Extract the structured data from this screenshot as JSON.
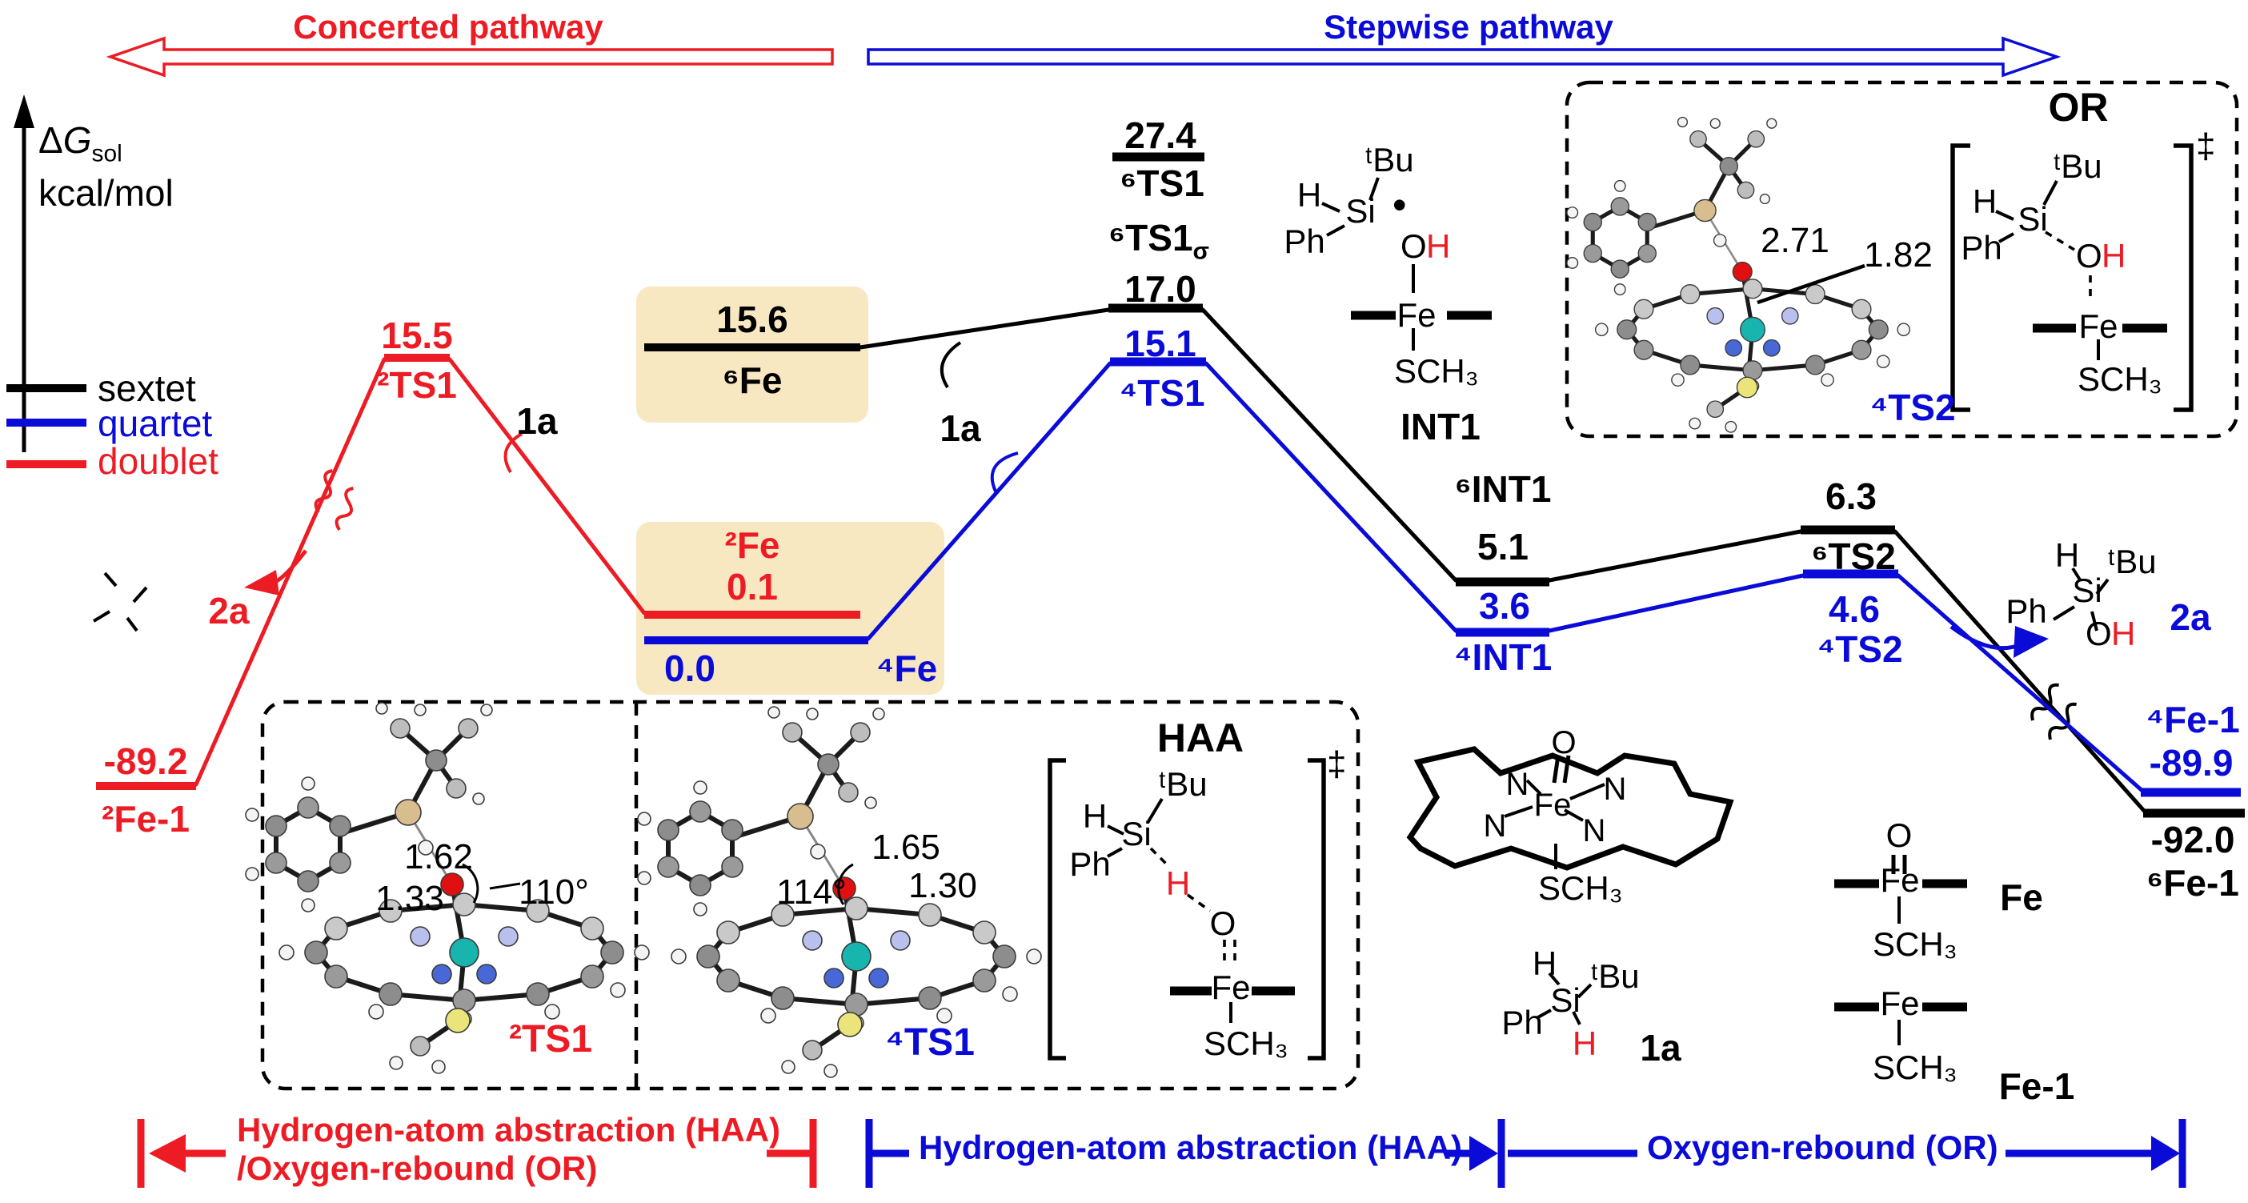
{
  "figure_type": "reaction-free-energy-diagram",
  "header": {
    "concerted": "Concerted pathway",
    "stepwise": "Stepwise pathway"
  },
  "axis": {
    "delta": "Δ",
    "quantity": "G",
    "quantity_sub": "sol",
    "units": "kcal/mol"
  },
  "legend": [
    {
      "label": "sextet",
      "color": "#000000"
    },
    {
      "label": "quartet",
      "color": "#0b0bd8"
    },
    {
      "label": "doublet",
      "color": "#ed1c24"
    }
  ],
  "colors": {
    "sextet": "#000000",
    "quartet": "#0b0bd8",
    "doublet": "#ed1c24",
    "highlight_box": "#f8e8c2",
    "red_accent": "#ed1c24"
  },
  "atoms": {
    "h": "H",
    "o": "O",
    "si": "Si",
    "ph": "Ph",
    "tbu": "ᵗBu",
    "fe": "Fe",
    "sch3": "SCH₃",
    "n": "N",
    "radical": "•",
    "ddagger": "‡",
    "equiv": "≡"
  },
  "labels": {
    "v_2ts1": "15.5",
    "n_2ts1": "²TS1",
    "one_a": "1a",
    "two_a": "2a",
    "v_2fe1": "-89.2",
    "n_2fe1": "²Fe-1",
    "v_6fe": "15.6",
    "n_6fe": "⁶Fe",
    "n_2fe": "²Fe",
    "v_2fe": "0.1",
    "v_4fe": "0.0",
    "n_4fe": "⁴Fe",
    "v_6ts1": "27.4",
    "n_6ts1": "⁶TS1",
    "n_6ts1s": "⁶TS1",
    "n_6ts1s_sub": "σ",
    "v_6ts1s": "17.0",
    "v_4ts1": "15.1",
    "n_4ts1": "⁴TS1",
    "n_int1": "INT1",
    "n_6int1": "⁶INT1",
    "v_6int1": "5.1",
    "v_4int1": "3.6",
    "n_4int1": "⁴INT1",
    "v_6ts2": "6.3",
    "n_6ts2": "⁶TS2",
    "v_4ts2": "4.6",
    "n_4ts2": "⁴TS2",
    "n_4fe1": "⁴Fe-1",
    "v_4fe1": "-89.9",
    "v_6fe1": "-92.0",
    "n_6fe1": "⁶Fe-1",
    "or_title": "OR",
    "haa_title": "HAA",
    "v_271": "2.71",
    "v_182": "1.82",
    "v_162": "1.62",
    "v_133": "1.33",
    "v_110": "110°",
    "v_165": "1.65",
    "v_114": "114°",
    "v_130": "1.30",
    "n_bx2ts1": "²TS1",
    "n_bx4ts1": "⁴TS1",
    "n_or4ts2": "⁴TS2",
    "n_fe": "Fe",
    "n_fe1": "Fe-1"
  },
  "annotations": {
    "red": [
      "Hydrogen-atom abstraction (HAA)",
      "/Oxygen-rebound (OR)"
    ],
    "blue_haa": "Hydrogen-atom abstraction (HAA)",
    "blue_or": "Oxygen-rebound (OR)"
  },
  "energy_profile": {
    "units": "kcal/mol",
    "reference": "⁴Fe = 0.0",
    "pathways": [
      {
        "name": "concerted-doublet",
        "spin": "doublet",
        "color": "#ed1c24",
        "states": [
          {
            "species": "²Fe-1",
            "energy": -89.2
          },
          {
            "species": "²TS1",
            "energy": 15.5
          },
          {
            "species": "²Fe",
            "energy": 0.1
          }
        ]
      },
      {
        "name": "stepwise-sextet",
        "spin": "sextet",
        "color": "#000000",
        "states": [
          {
            "species": "⁶Fe",
            "energy": 15.6
          },
          {
            "species": "⁶TS1σ",
            "energy": 17.0
          },
          {
            "species": "⁶INT1",
            "energy": 5.1
          },
          {
            "species": "⁶TS2",
            "energy": 6.3
          },
          {
            "species": "⁶Fe-1",
            "energy": -92.0
          }
        ]
      },
      {
        "name": "stepwise-quartet",
        "spin": "quartet",
        "color": "#0b0bd8",
        "states": [
          {
            "species": "⁴Fe",
            "energy": 0.0
          },
          {
            "species": "⁴TS1",
            "energy": 15.1
          },
          {
            "species": "⁴INT1",
            "energy": 3.6
          },
          {
            "species": "⁴TS2",
            "energy": 4.6
          },
          {
            "species": "⁴Fe-1",
            "energy": -89.9
          }
        ]
      }
    ],
    "floating_states": [
      {
        "species": "⁶TS1",
        "energy": 27.4
      }
    ]
  },
  "geometry_data": {
    "2TS1": {
      "si_h": "1.62",
      "o_h": "1.33",
      "angle": "110°"
    },
    "4TS1": {
      "si_h": "1.65",
      "o_h": "1.30",
      "angle": "114°"
    },
    "4TS2": {
      "si_o": "2.71",
      "fe_o": "1.82"
    }
  }
}
